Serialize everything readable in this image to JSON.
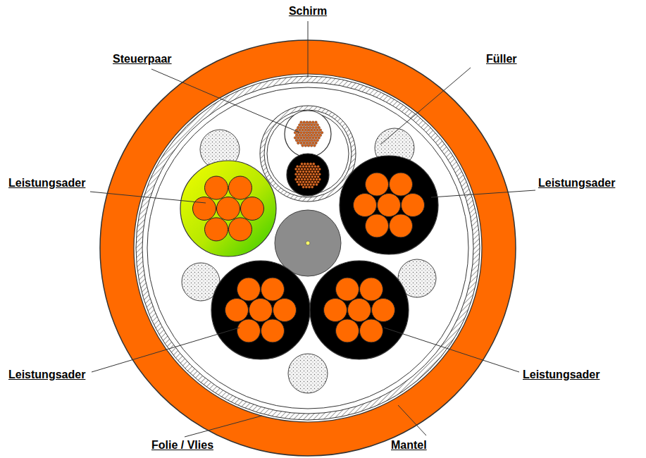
{
  "diagram": {
    "labels": [
      "Schirm",
      "Steuerpaar",
      "Füller",
      "Leistungsader",
      "Leistungsader",
      "Leistungsader",
      "Leistungsader",
      "Folie / Vlies",
      "Mantel"
    ]
  }
}
